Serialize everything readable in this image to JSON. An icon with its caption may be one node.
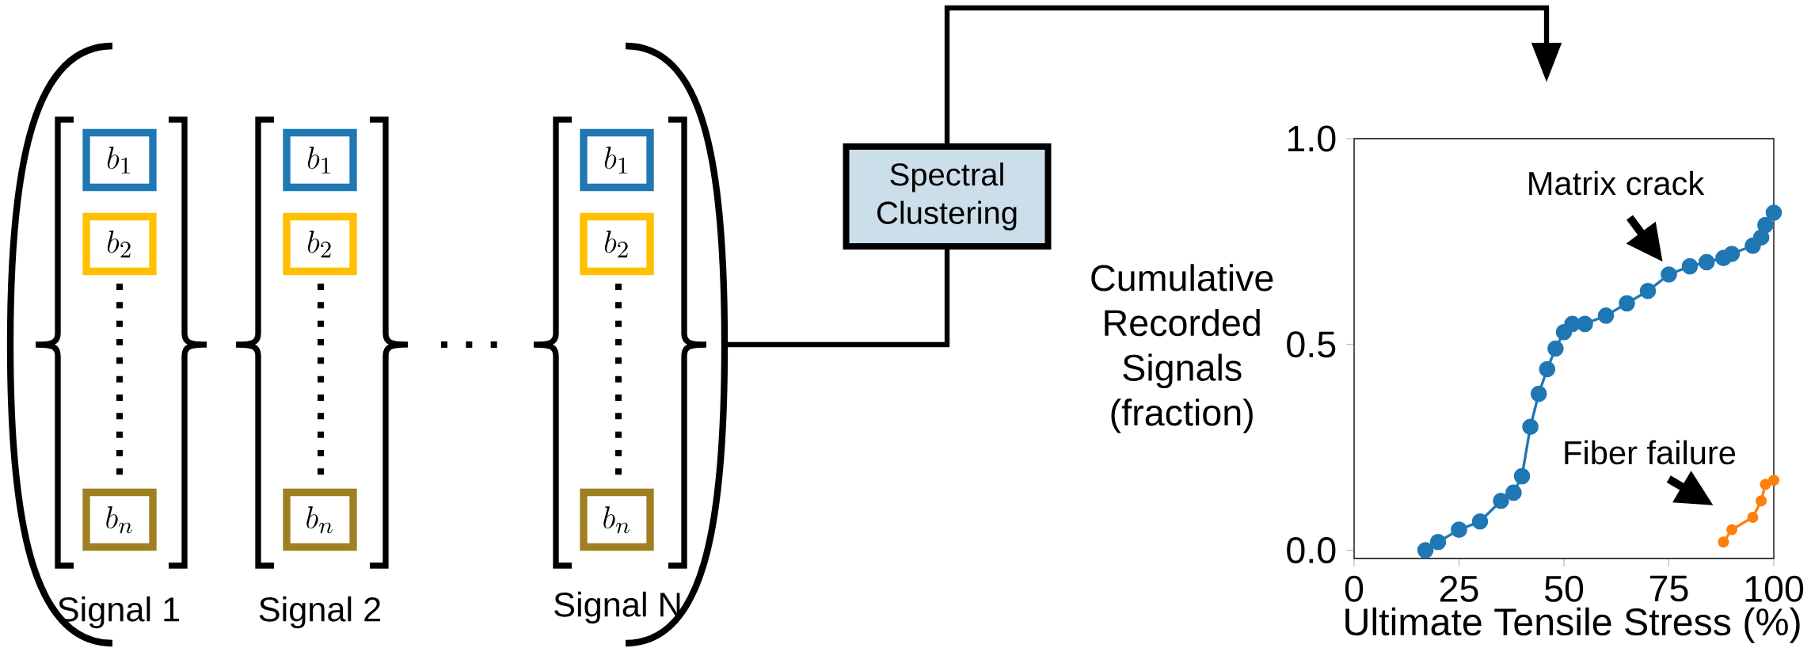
{
  "diagram": {
    "nodes": [
      {
        "text": [],
        "shape": "bracket"
      },
      {
        "text": [
          "Signal 1"
        ],
        "in": 0
      },
      {
        "text": [
          "b_1"
        ],
        "in": 1
      },
      {
        "text": [
          "b_2"
        ],
        "in": 1
      },
      {
        "text": [
          "b_n"
        ],
        "in": 1
      },
      {
        "text": [
          "Signal 2"
        ],
        "in": 0
      },
      {
        "text": [
          "b_1"
        ],
        "in": 5
      },
      {
        "text": [
          "b_2"
        ],
        "in": 5
      },
      {
        "text": [
          "b_n"
        ],
        "in": 5
      },
      {
        "text": [
          "Signal N"
        ],
        "in": 0
      },
      {
        "text": [
          "b_1"
        ],
        "in": 9
      },
      {
        "text": [
          "b_2"
        ],
        "in": 9
      },
      {
        "text": [
          "b_n"
        ],
        "in": 9
      },
      {
        "text": [
          "Spectral Clustering"
        ]
      }
    ],
    "edges": [
      {
        "from": 0,
        "to": 13,
        "arrow": "none"
      },
      {
        "from": 13,
        "to": null,
        "arrow": "to"
      }
    ],
    "chart_data": {
      "type": "line",
      "xlabel": "Ultimate Tensile Stress (%)",
      "ylabel": "Cumulative Recorded Signals (fraction)",
      "x": [
        17,
        20,
        25,
        30,
        35,
        38,
        40,
        42,
        44,
        46,
        48,
        50,
        52,
        55,
        60,
        65,
        70,
        75,
        80,
        84,
        88,
        90,
        95,
        97,
        98,
        100
      ],
      "series": [
        {
          "color": "#1f77b4",
          "marker": "circle",
          "values": [
            0.0,
            0.02,
            0.05,
            0.07,
            0.12,
            0.14,
            0.18,
            0.3,
            0.38,
            0.44,
            0.49,
            0.53,
            0.55,
            0.55,
            0.57,
            0.6,
            0.63,
            0.67,
            0.69,
            0.7,
            0.71,
            0.72,
            0.74,
            0.76,
            0.79,
            0.82
          ]
        },
        {
          "color": "#ff7f0e",
          "marker": "circle",
          "values": [
            null,
            null,
            null,
            null,
            null,
            null,
            null,
            null,
            null,
            null,
            null,
            null,
            null,
            null,
            null,
            null,
            null,
            null,
            null,
            null,
            0.02,
            0.05,
            0.08,
            0.12,
            0.16,
            0.17
          ]
        }
      ],
      "xlim": [
        0,
        100
      ],
      "ylim": [
        -0.02,
        1.0
      ],
      "xticks": [
        0,
        25,
        50,
        75,
        100
      ],
      "yticks": [
        {
          "value": 0,
          "label": "0.0"
        },
        {
          "value": 0.5,
          "label": "0.5"
        },
        {
          "value": 1,
          "label": "1.0"
        }
      ],
      "annotations": [
        "Matrix crack",
        "Fiber failure"
      ]
    }
  }
}
